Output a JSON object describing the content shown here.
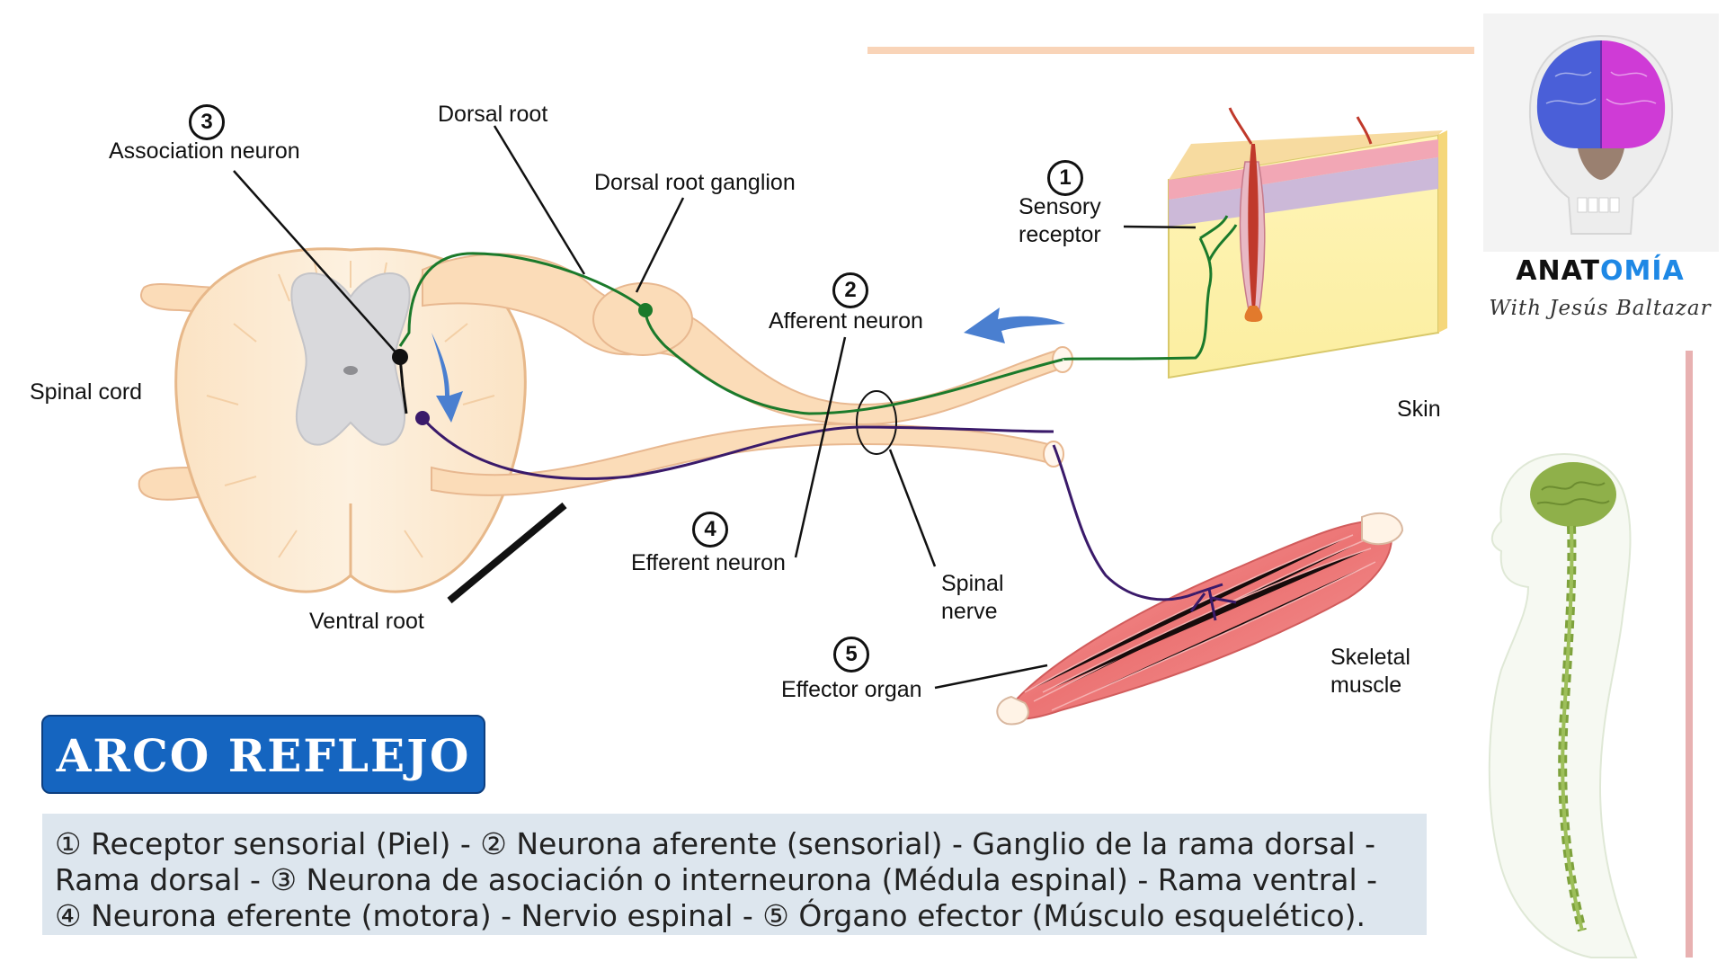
{
  "labels": {
    "association_neuron": "Association neuron",
    "dorsal_root": "Dorsal root",
    "dorsal_root_ganglion": "Dorsal root ganglion",
    "sensory_receptor_line1": "Sensory",
    "sensory_receptor_line2": "receptor",
    "afferent_neuron": "Afferent neuron",
    "spinal_cord": "Spinal cord",
    "skin": "Skin",
    "efferent_neuron": "Efferent neuron",
    "spinal_nerve_line1": "Spinal",
    "spinal_nerve_line2": "nerve",
    "ventral_root": "Ventral root",
    "effector_organ": "Effector organ",
    "skeletal_muscle_line1": "Skeletal",
    "skeletal_muscle_line2": "muscle"
  },
  "step_numbers": [
    "1",
    "2",
    "3",
    "4",
    "5"
  ],
  "title": "ARCO REFLEJO",
  "caption": {
    "line1": "① Receptor sensorial (Piel) - ② Neurona aferente (sensorial) - Ganglio de la rama dorsal -",
    "line2": "Rama dorsal - ③ Neurona de asociación o interneurona (Médula espinal) - Rama ventral -",
    "line3": "④ Neurona eferente (motora) - Nervio espinal - ⑤ Órgano efector (Músculo esquelético)."
  },
  "brand": {
    "name_part1": "ANAT",
    "name_part2": "OMÍA",
    "tagline": "With Jesús Baltazar"
  },
  "colors": {
    "afferent": "#1b7a2b",
    "efferent": "#3a1a6a",
    "title_bg": "#1565c0",
    "muscle": "#ee7b7b",
    "nerve": "#fbdcb8",
    "caption_bg": "#dde6ee",
    "arrow": "#4a7fd0"
  }
}
